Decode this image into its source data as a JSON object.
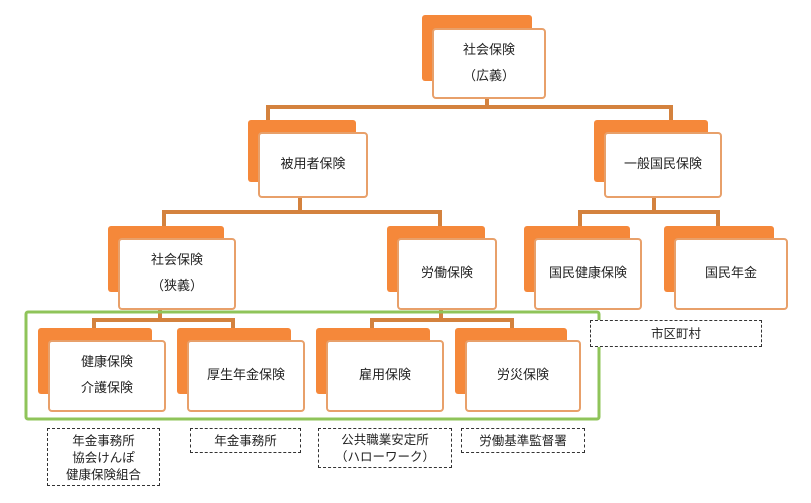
{
  "colors": {
    "tab": "#f5883a",
    "card_border": "#e8a06a",
    "wire": "#d4823e",
    "group_frame": "#8fc45a",
    "note_border": "#333333"
  },
  "nodes": {
    "root": {
      "line1": "社会保険",
      "line2": "（広義）"
    },
    "employee": {
      "line1": "被用者保険"
    },
    "national": {
      "line1": "一般国民保険"
    },
    "social": {
      "line1": "社会保険",
      "line2": "（狭義）"
    },
    "labor": {
      "line1": "労働保険"
    },
    "nhi": {
      "line1": "国民健康保険"
    },
    "pension": {
      "line1": "国民年金"
    },
    "health": {
      "line1": "健康保険",
      "line2": "介護保険"
    },
    "welfare": {
      "line1": "厚生年金保険"
    },
    "employment": {
      "line1": "雇用保険"
    },
    "accident": {
      "line1": "労災保険"
    }
  },
  "notes": {
    "municipal": {
      "lines": [
        "市区町村"
      ]
    },
    "health": {
      "lines": [
        "年金事務所",
        "協会けんぽ",
        "健康保険組合"
      ]
    },
    "welfare": {
      "lines": [
        "年金事務所"
      ]
    },
    "employment": {
      "lines": [
        "公共職業安定所",
        "（ハローワーク）"
      ]
    },
    "accident": {
      "lines": [
        "労働基準監督署"
      ]
    }
  }
}
